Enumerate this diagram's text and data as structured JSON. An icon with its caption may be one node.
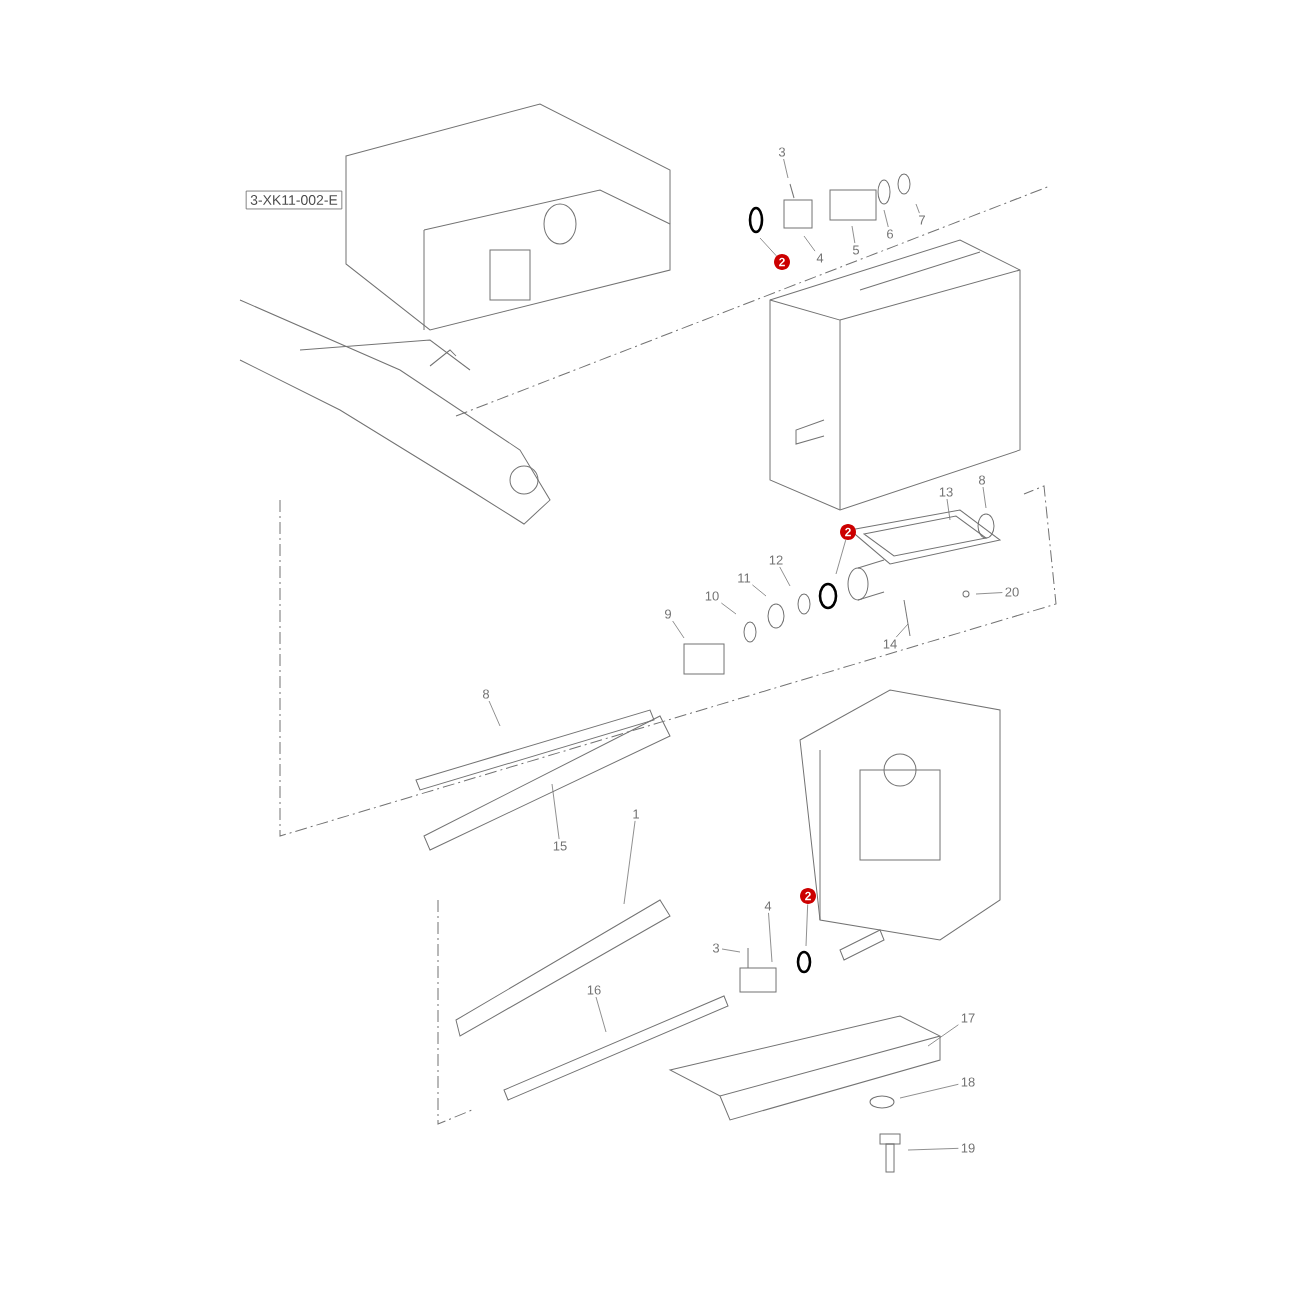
{
  "diagram": {
    "nodes": [
      {
        "text": [
          "3-XK11-002-E"
        ]
      },
      {
        "text": [
          "3"
        ]
      },
      {
        "text": [
          "4"
        ]
      },
      {
        "text": [
          "5"
        ]
      },
      {
        "text": [
          "6"
        ]
      },
      {
        "text": [
          "7"
        ]
      },
      {
        "text": [
          "2"
        ]
      },
      {
        "text": [
          "13"
        ]
      },
      {
        "text": [
          "8"
        ]
      },
      {
        "text": [
          "2"
        ]
      },
      {
        "text": [
          "12"
        ]
      },
      {
        "text": [
          "11"
        ]
      },
      {
        "text": [
          "10"
        ]
      },
      {
        "text": [
          "9"
        ]
      },
      {
        "text": [
          "20"
        ]
      },
      {
        "text": [
          "14"
        ]
      },
      {
        "text": [
          "8"
        ]
      },
      {
        "text": [
          "15"
        ]
      },
      {
        "text": [
          "1"
        ]
      },
      {
        "text": [
          "2"
        ]
      },
      {
        "text": [
          "3"
        ]
      },
      {
        "text": [
          "4"
        ]
      },
      {
        "text": [
          "16"
        ]
      },
      {
        "text": [
          "17"
        ]
      },
      {
        "text": [
          "18"
        ]
      },
      {
        "text": [
          "19"
        ]
      }
    ],
    "edges": [
      {
        "from": 1,
        "to": null,
        "arrow": "none"
      },
      {
        "from": 2,
        "to": null,
        "arrow": "none"
      },
      {
        "from": 3,
        "to": null,
        "arrow": "none"
      },
      {
        "from": 4,
        "to": null,
        "arrow": "none"
      },
      {
        "from": 5,
        "to": null,
        "arrow": "none"
      },
      {
        "from": 6,
        "to": null,
        "arrow": "none"
      },
      {
        "from": 7,
        "to": null,
        "arrow": "none"
      },
      {
        "from": 8,
        "to": null,
        "arrow": "none"
      },
      {
        "from": 9,
        "to": null,
        "arrow": "none"
      },
      {
        "from": 10,
        "to": null,
        "arrow": "none"
      },
      {
        "from": 11,
        "to": null,
        "arrow": "none"
      },
      {
        "from": 12,
        "to": null,
        "arrow": "none"
      },
      {
        "from": 13,
        "to": null,
        "arrow": "none"
      },
      {
        "from": 14,
        "to": null,
        "arrow": "none"
      },
      {
        "from": 15,
        "to": null,
        "arrow": "none"
      },
      {
        "from": 16,
        "to": null,
        "arrow": "none"
      },
      {
        "from": 17,
        "to": null,
        "arrow": "none"
      },
      {
        "from": 18,
        "to": null,
        "arrow": "none"
      },
      {
        "from": 19,
        "to": null,
        "arrow": "none"
      },
      {
        "from": 20,
        "to": null,
        "arrow": "none"
      },
      {
        "from": 21,
        "to": null,
        "arrow": "none"
      },
      {
        "from": 22,
        "to": null,
        "arrow": "none"
      },
      {
        "from": 23,
        "to": null,
        "arrow": "none"
      },
      {
        "from": 24,
        "to": null,
        "arrow": "none"
      },
      {
        "from": 25,
        "to": null,
        "arrow": "none"
      }
    ]
  }
}
